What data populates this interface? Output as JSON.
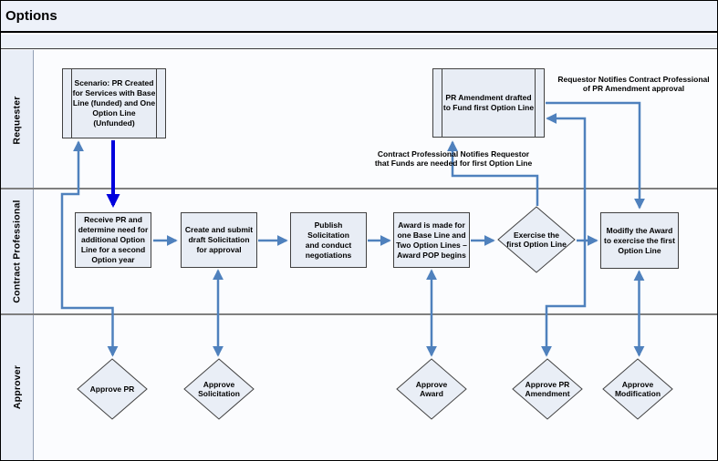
{
  "header": {
    "title": "Options"
  },
  "lanes": [
    {
      "label": "Requester"
    },
    {
      "label": "Contract Professional"
    },
    {
      "label": "Approver"
    }
  ],
  "nodes": {
    "scenario": "Scenario:  PR Created\nfor Services with Base\nLine (funded) and One\nOption Line\n(Unfunded)",
    "pr_amendment": "PR Amendment drafted\nto Fund first Option Line",
    "receive_pr": "Receive PR and\ndetermine need for\nadditional Option\nLine for a second\nOption year",
    "create_solicitation": "Create and submit\ndraft Solicitation\nfor approval",
    "publish_solicitation": "Publish Solicitation\nand conduct\nnegotiations",
    "award": "Award is made for\none Base Line and\nTwo Option Lines –\nAward POP begins",
    "exercise_option": "Exercise the\nfirst Option Line",
    "modify_award": "Modifly the Award\nto exercise the first\nOption Line",
    "approve_pr": "Approve PR",
    "approve_solicitation": "Approve\nSolicitation",
    "approve_award": "Approve\nAward",
    "approve_pr_amendment": "Approve PR\nAmendment",
    "approve_modification": "Approve\nModification"
  },
  "annotations": {
    "requestor_notifies": "Requestor Notifies Contract Professional\nof PR Amendment approval",
    "cp_notifies": "Contract Professional Notifies Requestor\nthat Funds are needed for first Option Line"
  },
  "colors": {
    "connector_blue": "#4f81bd",
    "navy_arrow": "#0000DD",
    "shape_fill": "#e8edf5",
    "lane_header_fill": "#e9eef7",
    "title_fill": "#edf1f9"
  }
}
